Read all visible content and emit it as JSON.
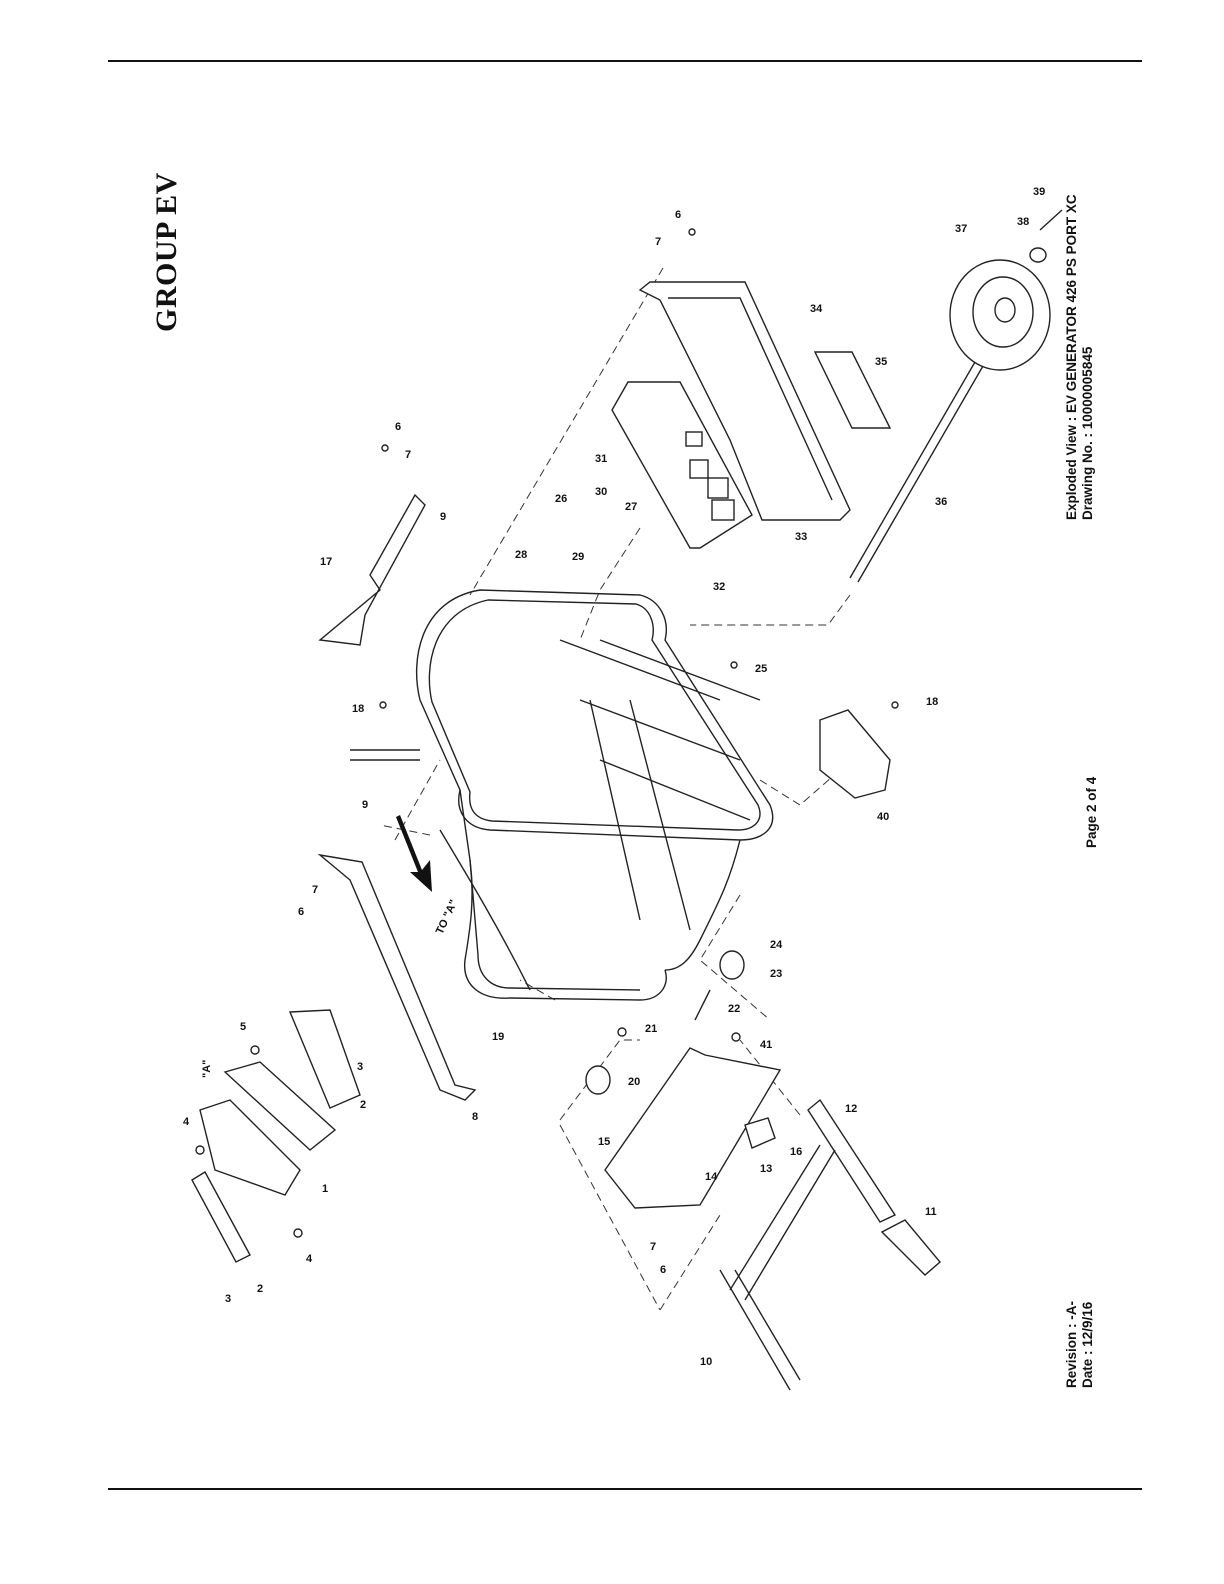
{
  "page": {
    "group_title": "GROUP EV",
    "revision": "Revision : -A-",
    "date": "Date : 12/9/16",
    "exploded_view": "Exploded View : EV GENERATOR 426 PS PORT XC",
    "drawing_no": "Drawing No. : 10000005845",
    "page_number": "Page 2 of 4"
  },
  "diagram": {
    "view_marker": "\"A\"",
    "to_marker": "TO \"A\"",
    "callouts": [
      "1",
      "2",
      "2",
      "3",
      "3",
      "4",
      "4",
      "5",
      "6",
      "6",
      "6",
      "6",
      "7",
      "7",
      "7",
      "7",
      "8",
      "9",
      "9",
      "10",
      "11",
      "12",
      "13",
      "14",
      "15",
      "16",
      "17",
      "18",
      "18",
      "19",
      "20",
      "21",
      "22",
      "23",
      "24",
      "25",
      "26",
      "27",
      "28",
      "29",
      "30",
      "31",
      "32",
      "33",
      "34",
      "35",
      "36",
      "37",
      "38",
      "39",
      "40",
      "41"
    ]
  }
}
